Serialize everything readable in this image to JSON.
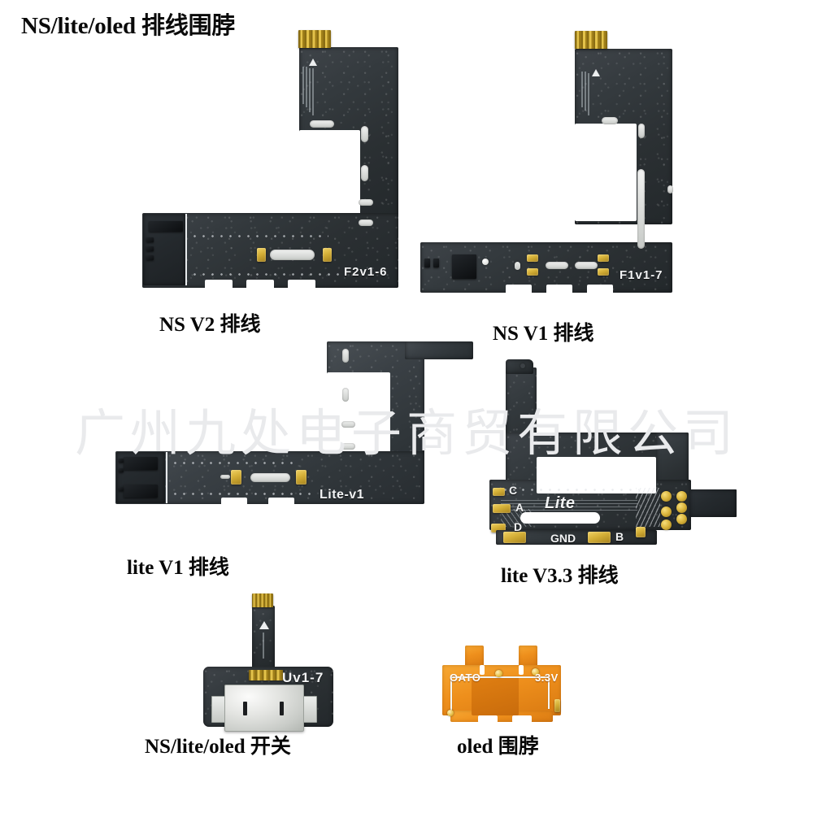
{
  "page": {
    "title": "NS/lite/oled 排线围脖",
    "watermark": "广州九处电子商贸有限公司",
    "background_color": "#ffffff"
  },
  "colors": {
    "pcb_dark": "#2f3438",
    "pcb_light": "#3a4045",
    "gold": "#d4af37",
    "gold_light": "#f0d264",
    "flex_orange": "#ee8f1c",
    "silkscreen_white": "#f2f3f4",
    "watermark_gray": "#e9eaec",
    "caption_black": "#080808"
  },
  "products": [
    {
      "id": "ns-v2",
      "caption": "NS V2 排线",
      "silkscreen": "F2v1-6",
      "board_color": "#2f3438",
      "shape": "L-shaped flex PCB",
      "connector": "6-pin gold edge connector",
      "features": [
        "oval alignment slots",
        "white slot",
        "2 gold solder pads",
        "IC chip region"
      ]
    },
    {
      "id": "ns-v1",
      "caption": "NS V1 排线",
      "silkscreen": "F1v1-7",
      "board_color": "#2f3438",
      "shape": "mirrored L-shaped flex PCB",
      "connector": "6-pin gold edge connector",
      "features": [
        "long white slot",
        "black IC chip",
        "4 gold solder pads",
        "2 white slots"
      ]
    },
    {
      "id": "lite-v1",
      "caption": "lite V1 排线",
      "silkscreen": "Lite-v1",
      "board_color": "#3a4045",
      "shape": "L-shaped flex PCB",
      "connector": "flex tail",
      "features": [
        "oval alignment slots",
        "white slot",
        "2 gold solder pads",
        "component area"
      ]
    },
    {
      "id": "lite-v33",
      "caption": "lite V3.3 排线",
      "silkscreen": "Lite",
      "board_color": "#2f3438",
      "shape": "inverted-U flex PCB",
      "connector": "6 gold round pads",
      "pad_labels": [
        "C",
        "A",
        "D",
        "GND",
        "B"
      ],
      "features": [
        "gold round pad array",
        "labeled solder pads",
        "via row"
      ]
    },
    {
      "id": "ns-lite-oled-switch",
      "caption": "NS/lite/oled 开关",
      "silkscreen": "Uv1-7",
      "board_color": "#2f3438",
      "shape": "T-shaped flex with switch",
      "connector": "5-pin gold edge connector",
      "features": [
        "white triangle orientation mark",
        "metal slide switch",
        "5 gold contact pads"
      ]
    },
    {
      "id": "oled-collar",
      "caption": "oled 围脖",
      "silkscreen_left": "OATO",
      "silkscreen_right": "3.3V",
      "board_color": "#ee8f1c",
      "shape": "orange polyimide flex",
      "connector": "two upper tabs",
      "features": [
        "white jumper wire",
        "two solder dots",
        "orange flex substrate"
      ]
    }
  ]
}
